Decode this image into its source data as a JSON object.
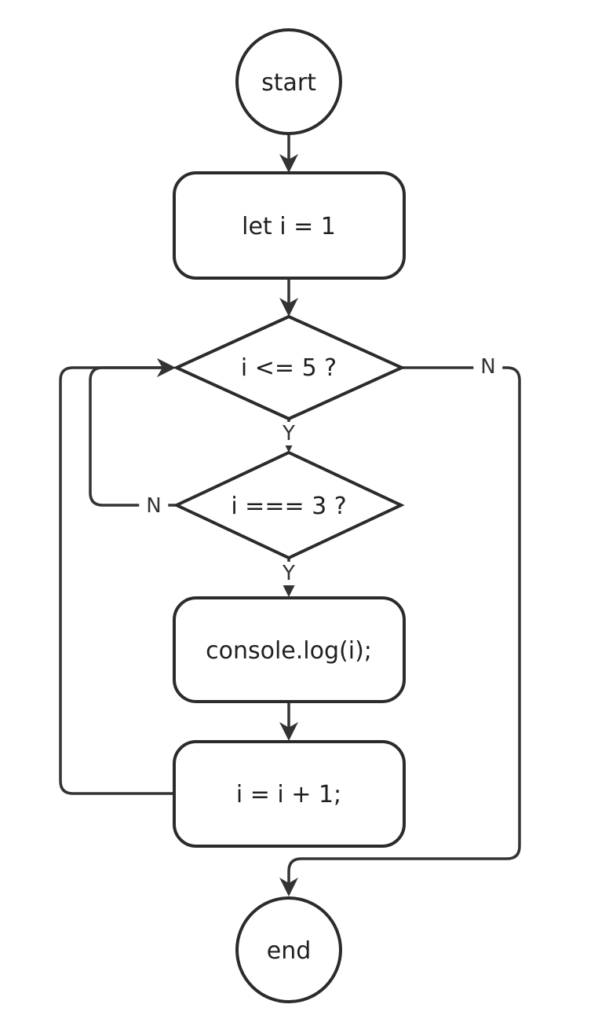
{
  "diagram": {
    "type": "flowchart",
    "direction": "top-down",
    "colors": {
      "background": "#ffffff",
      "node_fill": "#ffffff",
      "node_border": "#2b2b2b",
      "edge_stroke": "#333333",
      "text": "#1f1f1f"
    },
    "nodes": [
      {
        "id": "start",
        "shape": "circle",
        "label": "start"
      },
      {
        "id": "init",
        "shape": "rounded-rect",
        "label": "let i = 1"
      },
      {
        "id": "cond1",
        "shape": "diamond",
        "label": "i <= 5 ?"
      },
      {
        "id": "cond2",
        "shape": "diamond",
        "label": "i === 3 ?"
      },
      {
        "id": "log",
        "shape": "rounded-rect",
        "label": "console.log(i);"
      },
      {
        "id": "inc",
        "shape": "rounded-rect",
        "label": "i = i + 1;"
      },
      {
        "id": "end",
        "shape": "circle",
        "label": "end"
      }
    ],
    "edges": [
      {
        "from": "start",
        "to": "init",
        "label": ""
      },
      {
        "from": "init",
        "to": "cond1",
        "label": ""
      },
      {
        "from": "cond1",
        "to": "cond2",
        "label": "Y"
      },
      {
        "from": "cond1",
        "to": "end",
        "label": "N"
      },
      {
        "from": "cond2",
        "to": "log",
        "label": "Y"
      },
      {
        "from": "cond2",
        "to": "cond1",
        "label": "N"
      },
      {
        "from": "log",
        "to": "inc",
        "label": ""
      },
      {
        "from": "inc",
        "to": "cond1",
        "label": ""
      }
    ]
  }
}
